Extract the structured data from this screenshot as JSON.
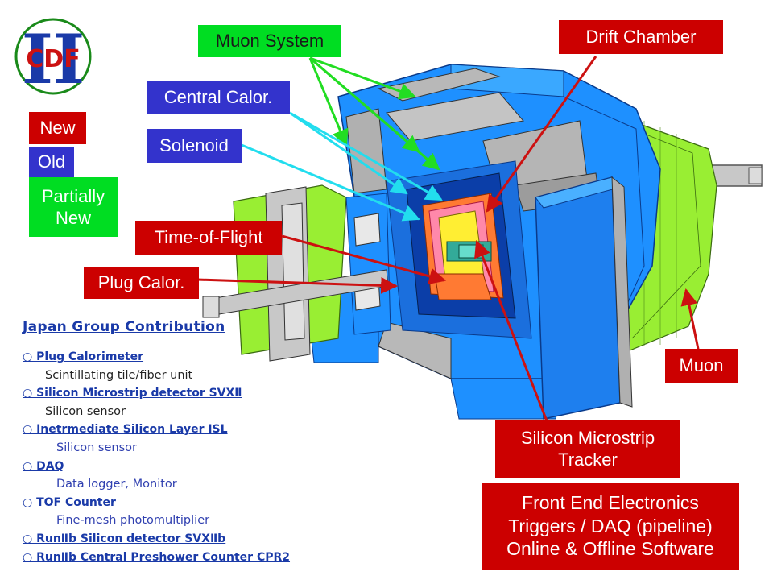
{
  "logo": {
    "text": "CDF",
    "numeral": "II"
  },
  "legend": {
    "new": "New",
    "old": "Old",
    "partially_new": "Partially\nNew"
  },
  "labels": {
    "muon_system": "Muon System",
    "central_calor": "Central Calor.",
    "solenoid": "Solenoid",
    "time_of_flight": "Time-of-Flight",
    "plug_calor": "Plug Calor.",
    "drift_chamber": "Drift Chamber",
    "muon": "Muon",
    "silicon_tracker": "Silicon Microstrip\nTracker",
    "front_end": "Front End Electronics\nTriggers / DAQ (pipeline)\nOnline & Offline Software"
  },
  "contribution": {
    "title": "Japan Group Contribution",
    "items": [
      {
        "label": "○ Plug Calorimeter",
        "sub": "Scintillating tile/fiber unit"
      },
      {
        "label": "○ Silicon Microstrip detector SVXⅡ",
        "sub": "Silicon sensor"
      },
      {
        "label": "○ Inetrmediate Silicon Layer ISL",
        "sub": "Silicon sensor"
      },
      {
        "label": "○ DAQ",
        "sub": "Data logger, Monitor"
      },
      {
        "label": "○ TOF Counter",
        "sub": "Fine-mesh photomultiplier"
      },
      {
        "label": "○ RunⅡb Silicon detector SVXⅡb"
      },
      {
        "label": "○ RunⅡb Central Preshower Counter CPR2"
      }
    ]
  },
  "colors": {
    "new": "#cc0000",
    "old": "#3333cc",
    "partially_new": "#00dd22",
    "muon_blue": "#1e90ff",
    "calor_green": "#99ee33",
    "steel": "#b8b8b8",
    "drift_yellow": "#ffee33",
    "tof_pink": "#ff88aa"
  }
}
